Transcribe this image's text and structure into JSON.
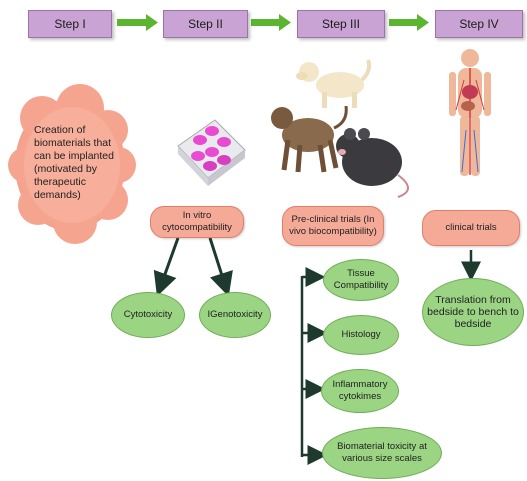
{
  "steps": [
    "Step I",
    "Step II",
    "Step III",
    "Step IV"
  ],
  "step1": {
    "cloud_text": "Creation of biomaterials that can be implanted (motivated by therapeutic demands)"
  },
  "step2": {
    "box": "In vitro cytocompatibility",
    "children": [
      "Cytotoxicity",
      "IGenotoxicity"
    ]
  },
  "step3": {
    "box": "Pre-clinical trials (In vivo biocompatibility)",
    "children": [
      "Tissue Compatibility",
      "Histology",
      "Inflammatory cytokimes",
      "Biomaterial toxicity at various size scales"
    ]
  },
  "step4": {
    "box": "clinical trials",
    "child": "Translation from bedside to bench to bedside"
  },
  "colors": {
    "step_fill": "#c9a3d4",
    "arrow_green": "#5cb531",
    "peach": "#f5a997",
    "green_oval": "#9bd483",
    "connector": "#1e3a2e"
  },
  "icons": [
    "cell-culture-plate-icon",
    "dog-icon",
    "monkey-icon",
    "rat-icon",
    "human-anatomy-icon"
  ]
}
